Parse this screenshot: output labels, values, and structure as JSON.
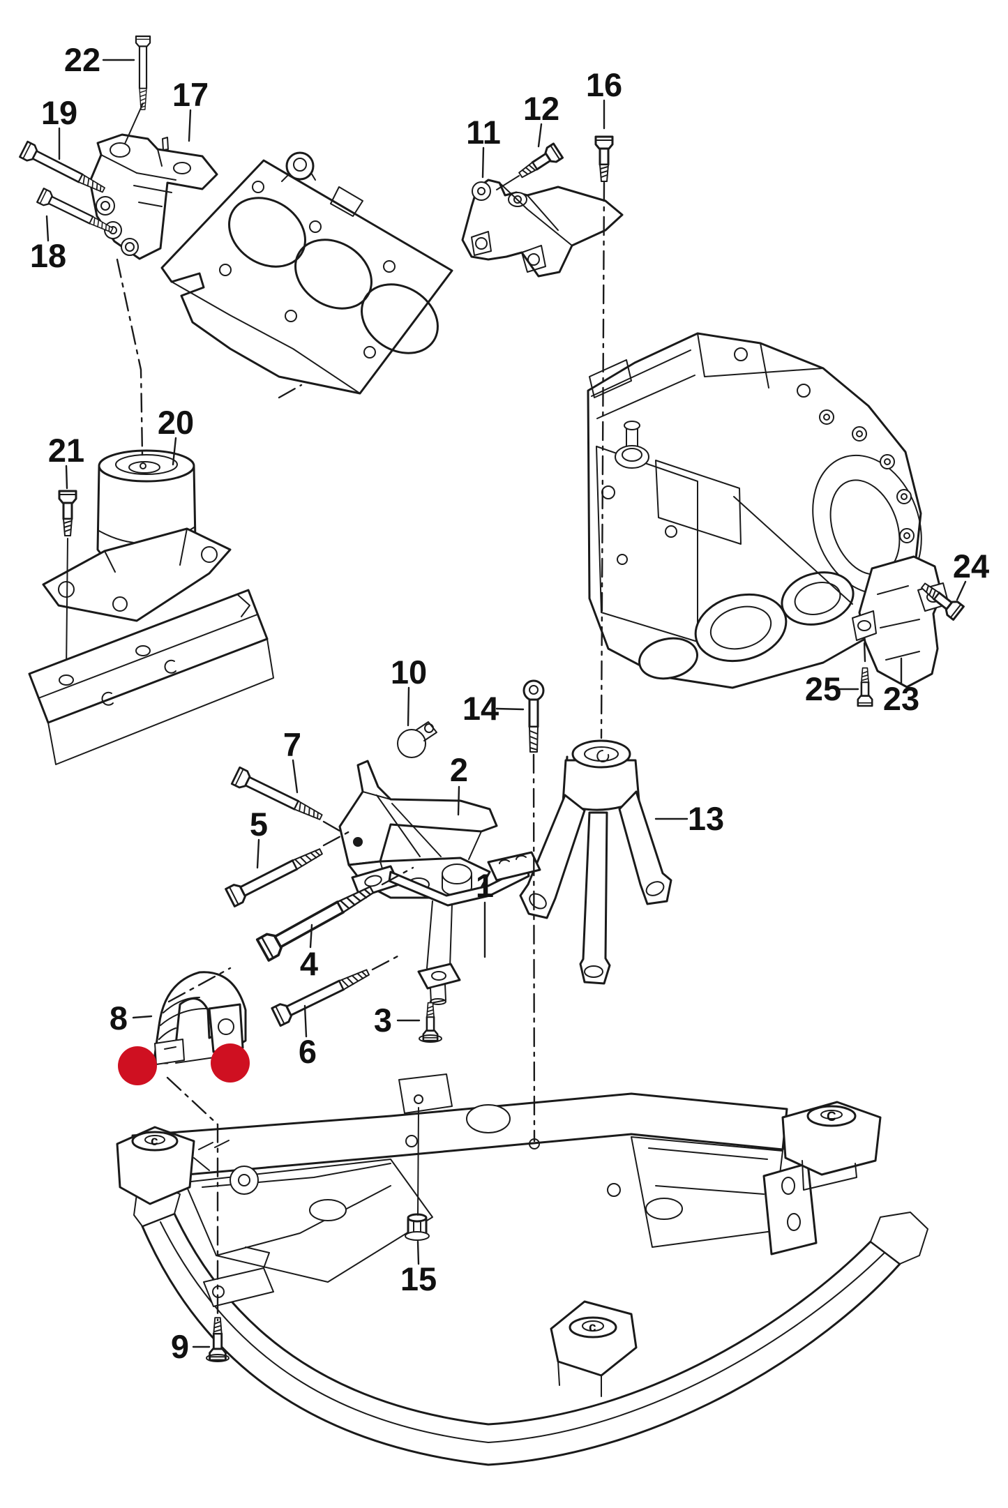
{
  "figure": {
    "kind": "exploded-parts-diagram",
    "background": "#ffffff",
    "line_color": "#1a1a1a",
    "highlight_color": "#cf1021",
    "red_marker_count": 2
  },
  "callouts": [
    {
      "label": "1"
    },
    {
      "label": "2"
    },
    {
      "label": "3"
    },
    {
      "label": "4"
    },
    {
      "label": "5"
    },
    {
      "label": "6"
    },
    {
      "label": "7"
    },
    {
      "label": "8"
    },
    {
      "label": "9"
    },
    {
      "label": "10"
    },
    {
      "label": "11"
    },
    {
      "label": "12"
    },
    {
      "label": "13"
    },
    {
      "label": "14"
    },
    {
      "label": "15"
    },
    {
      "label": "16"
    },
    {
      "label": "17"
    },
    {
      "label": "18"
    },
    {
      "label": "19"
    },
    {
      "label": "20"
    },
    {
      "label": "21"
    },
    {
      "label": "22"
    },
    {
      "label": "23"
    },
    {
      "label": "24"
    },
    {
      "label": "25"
    }
  ],
  "bushing_marks": [
    "c",
    "C",
    "c"
  ]
}
